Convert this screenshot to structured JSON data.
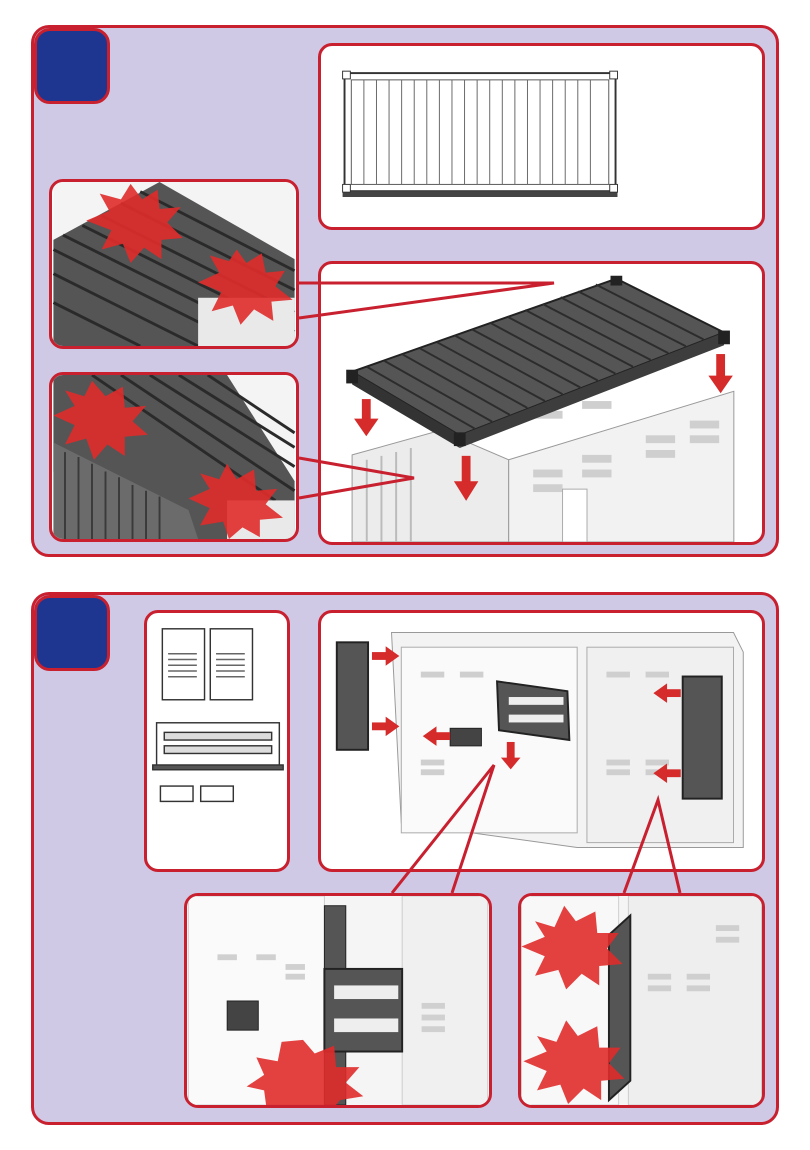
{
  "colors": {
    "panel_bg": "#cfc9e6",
    "border_red": "#c8202f",
    "badge_blue": "#1f3690",
    "roof_dark": "#4a4a4a",
    "arrow_red": "#d62b2b",
    "burst_red": "#e02b2b"
  },
  "steps": [
    {
      "badge_text": "",
      "frames": [
        "roof-part-diagram",
        "roof-corner-detail-top",
        "roof-corner-detail-bottom",
        "roof-installation-view"
      ],
      "icons": [
        "down-arrow-icon",
        "attention-burst-icon"
      ]
    },
    {
      "badge_text": "",
      "frames": [
        "parts-diagram",
        "door-installation-view",
        "latch-detail-left",
        "hinge-detail-right"
      ],
      "icons": [
        "right-arrow-icon",
        "left-arrow-icon",
        "down-arrow-icon",
        "attention-burst-icon"
      ]
    }
  ]
}
